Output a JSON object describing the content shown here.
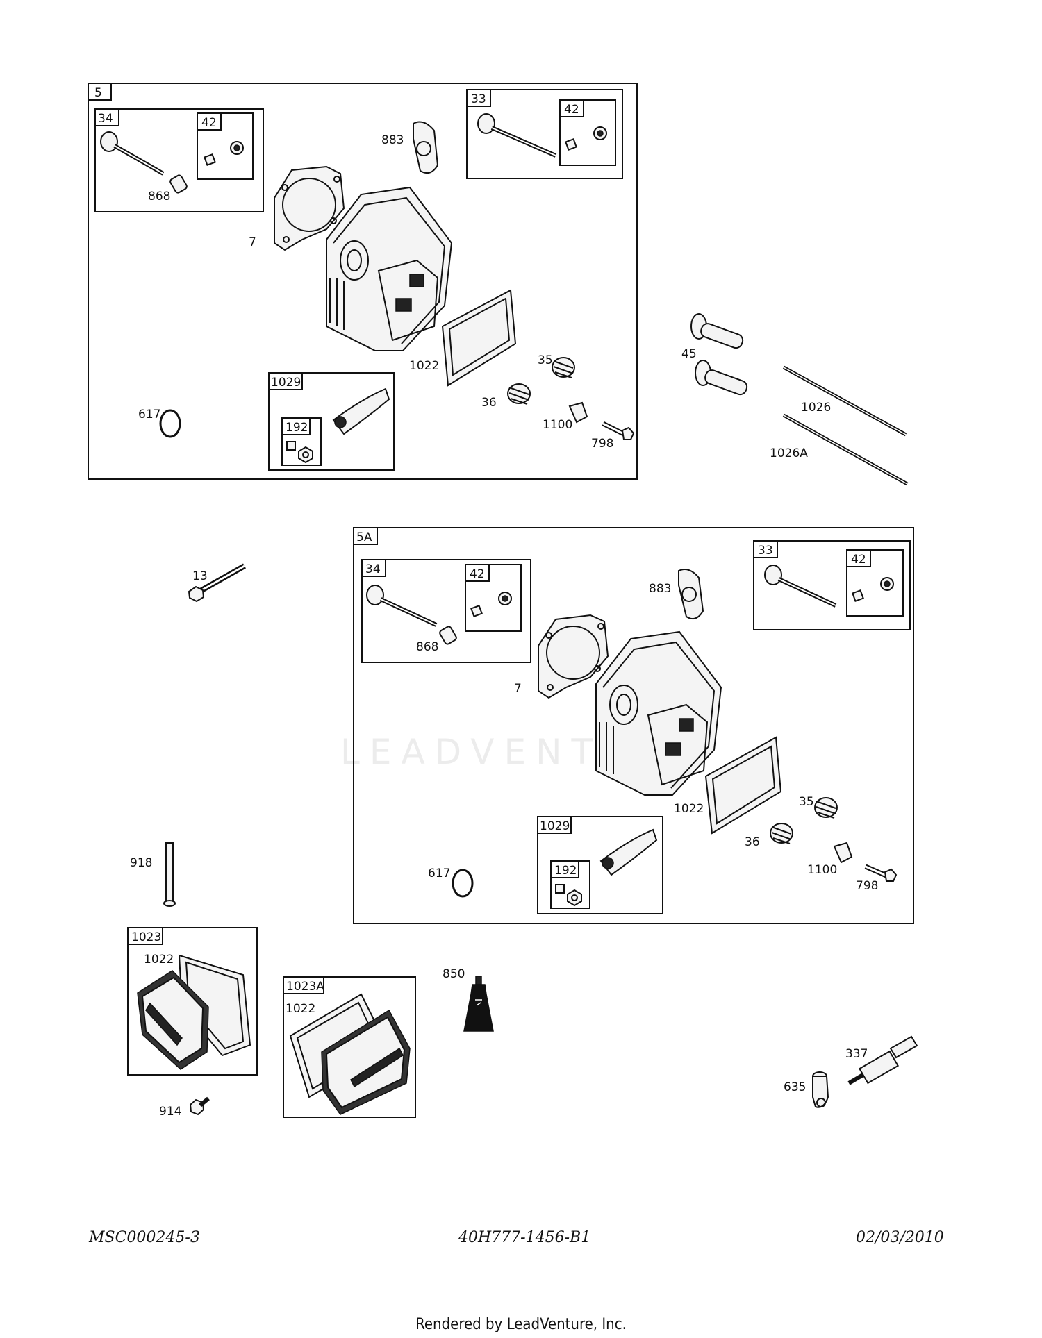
{
  "watermark": "LEADVENTURE",
  "footer": {
    "left": "MSC000245-3",
    "center": "40H777-1456-B1",
    "right": "02/03/2010",
    "rendered_by": "Rendered by LeadVenture, Inc."
  },
  "group_boxes": {
    "g5": "5",
    "g5_34": "34",
    "g5_34_42": "42",
    "g5_33": "33",
    "g5_33_42": "42",
    "g5_1029": "1029",
    "g5_1029_192": "192",
    "g5a": "5A",
    "g5a_34": "34",
    "g5a_34_42": "42",
    "g5a_33": "33",
    "g5a_33_42": "42",
    "g5a_1029": "1029",
    "g5a_1029_192": "192",
    "g1023": "1023",
    "g1023a": "1023A"
  },
  "callouts": {
    "g5_868": "868",
    "g5_883": "883",
    "g5_7": "7",
    "g5_1022": "1022",
    "g5_35": "35",
    "g5_36": "36",
    "g5_617": "617",
    "g5_1100": "1100",
    "g5_798": "798",
    "p45": "45",
    "p1026": "1026",
    "p1026a": "1026A",
    "p13": "13",
    "g5a_883": "883",
    "g5a_868": "868",
    "g5a_7": "7",
    "g5a_1022": "1022",
    "g5a_35": "35",
    "g5a_36": "36",
    "g5a_617": "617",
    "g5a_1100": "1100",
    "g5a_798": "798",
    "p918": "918",
    "g1023_1022": "1022",
    "g1023a_1022": "1022",
    "p914": "914",
    "p850": "850",
    "p337": "337",
    "p635": "635"
  },
  "icons": [
    "valve-icon",
    "valve-keeper-icon",
    "valve-seal-icon",
    "head-gasket-icon",
    "cylinder-head-icon",
    "valve-cover-gasket-icon",
    "valve-spring-icon",
    "rocker-arm-icon",
    "nut-icon",
    "o-ring-icon",
    "screw-icon",
    "bolt-icon",
    "tappet-icon",
    "push-rod-icon",
    "exhaust-gasket-icon",
    "dowel-pin-icon",
    "valve-cover-icon",
    "sealant-tube-icon",
    "spark-plug-icon",
    "spark-plug-boot-icon"
  ]
}
